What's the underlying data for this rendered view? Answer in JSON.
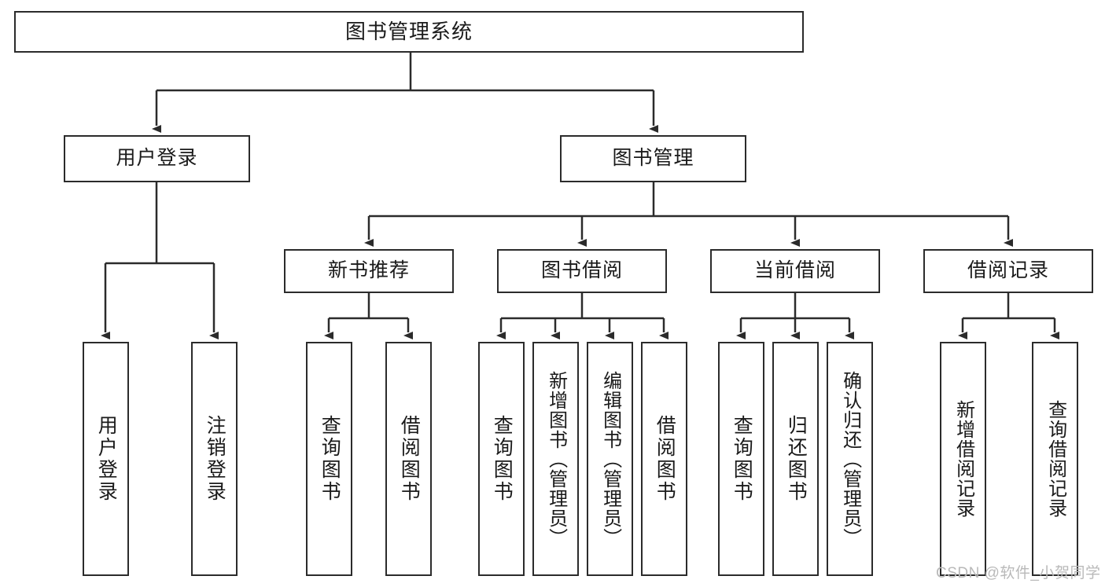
{
  "diagram": {
    "type": "hierarchy-tree",
    "title": "图书管理系统",
    "watermark": "CSDN @软件_小贺同学",
    "colors": {
      "stroke": "#2b2b2b",
      "background": "#ffffff",
      "text": "#1a1a1a",
      "watermark": "#b9b9b9"
    },
    "levels": {
      "level1": [
        {
          "id": "root",
          "label": "图书管理系统"
        }
      ],
      "level2": [
        {
          "id": "user-login",
          "label": "用户登录"
        },
        {
          "id": "book-manage",
          "label": "图书管理"
        }
      ],
      "level3": [
        {
          "id": "new-book-rec",
          "label": "新书推荐"
        },
        {
          "id": "book-borrow",
          "label": "图书借阅"
        },
        {
          "id": "current-borrow",
          "label": "当前借阅"
        },
        {
          "id": "borrow-record",
          "label": "借阅记录"
        }
      ],
      "level4": [
        {
          "id": "leaf-user-login",
          "label": "用户登录",
          "parent": "user-login"
        },
        {
          "id": "leaf-logout",
          "label": "注销登录",
          "parent": "user-login"
        },
        {
          "id": "leaf-query-book-1",
          "label": "查询图书",
          "parent": "new-book-rec"
        },
        {
          "id": "leaf-borrow-book-1",
          "label": "借阅图书",
          "parent": "new-book-rec"
        },
        {
          "id": "leaf-query-book-2",
          "label": "查询图书",
          "parent": "book-borrow"
        },
        {
          "id": "leaf-add-book",
          "label": "新增图书（管理员）",
          "parent": "book-borrow"
        },
        {
          "id": "leaf-edit-book",
          "label": "编辑图书（管理员）",
          "parent": "book-borrow"
        },
        {
          "id": "leaf-borrow-book-2",
          "label": "借阅图书",
          "parent": "book-borrow"
        },
        {
          "id": "leaf-query-book-3",
          "label": "查询图书",
          "parent": "current-borrow"
        },
        {
          "id": "leaf-return-book",
          "label": "归还图书",
          "parent": "current-borrow"
        },
        {
          "id": "leaf-confirm-return",
          "label": "确认归还（管理员）",
          "parent": "current-borrow"
        },
        {
          "id": "leaf-add-record",
          "label": "新增借阅记录",
          "parent": "borrow-record"
        },
        {
          "id": "leaf-query-record",
          "label": "查询借阅记录",
          "parent": "borrow-record"
        }
      ]
    }
  }
}
